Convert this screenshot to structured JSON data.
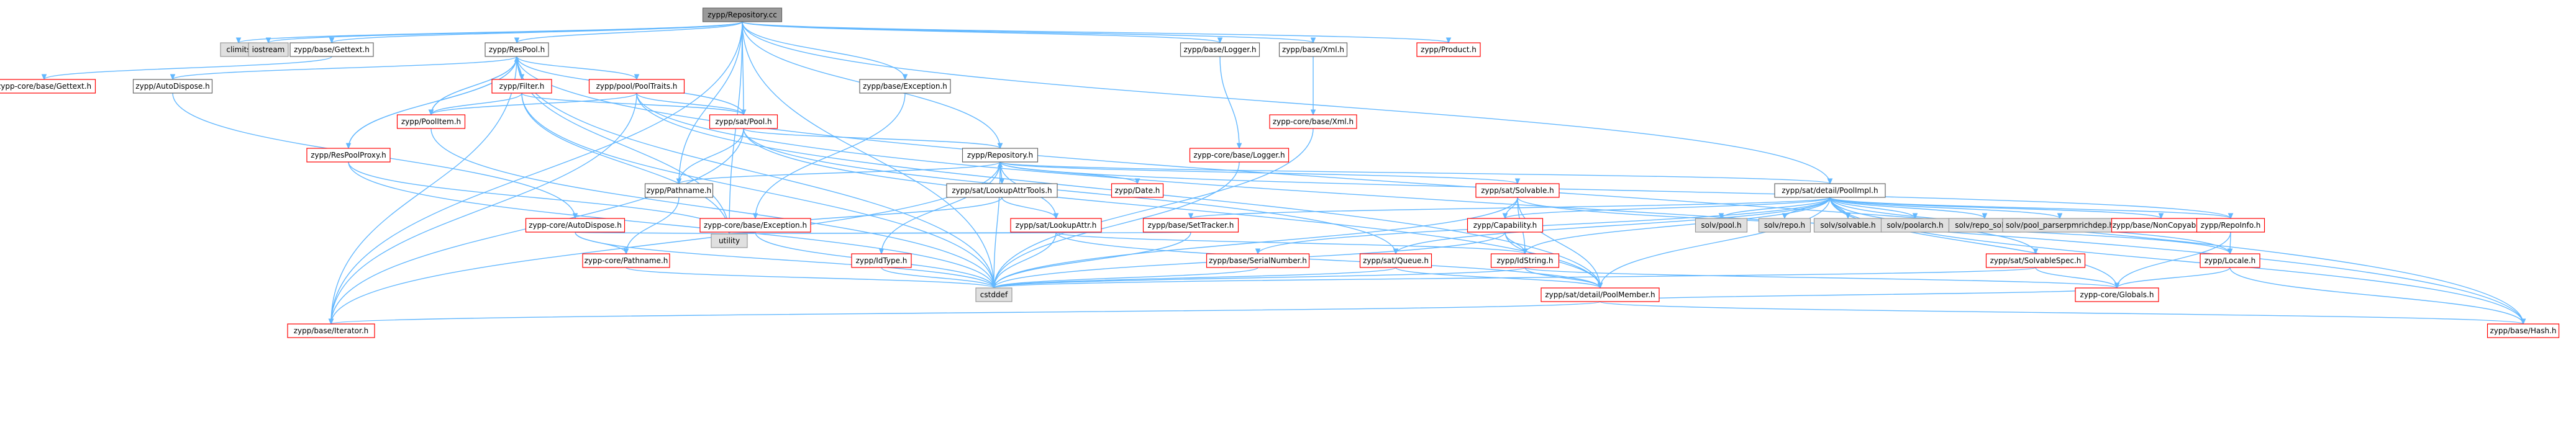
{
  "colors": {
    "edge": "#63b8ff",
    "root_fill": "#999999",
    "root_border": "#666666",
    "normal_fill": "#ffffff",
    "normal_border": "#666666",
    "incomplete_border": "#ff0000",
    "external_fill": "#e0e0e0",
    "external_border": "#999999"
  },
  "nodes": [
    {
      "id": "root",
      "label": "zypp/Repository.cc",
      "kind": "root"
    },
    {
      "id": "climits",
      "label": "climits",
      "kind": "external"
    },
    {
      "id": "iostream",
      "label": "iostream",
      "kind": "external"
    },
    {
      "id": "gettext",
      "label": "zypp/base/Gettext.h",
      "kind": "normal"
    },
    {
      "id": "respool",
      "label": "zypp/ResPool.h",
      "kind": "normal"
    },
    {
      "id": "logger",
      "label": "zypp/base/Logger.h",
      "kind": "normal"
    },
    {
      "id": "xml",
      "label": "zypp/base/Xml.h",
      "kind": "normal"
    },
    {
      "id": "product",
      "label": "zypp/Product.h",
      "kind": "incomplete"
    },
    {
      "id": "coregettext",
      "label": "zypp-core/base/Gettext.h",
      "kind": "incomplete"
    },
    {
      "id": "autodispose",
      "label": "zypp/AutoDispose.h",
      "kind": "normal"
    },
    {
      "id": "filter",
      "label": "zypp/Filter.h",
      "kind": "incomplete"
    },
    {
      "id": "pooltraits",
      "label": "zypp/pool/PoolTraits.h",
      "kind": "incomplete"
    },
    {
      "id": "exception",
      "label": "zypp/base/Exception.h",
      "kind": "normal"
    },
    {
      "id": "corexml",
      "label": "zypp-core/base/Xml.h",
      "kind": "incomplete"
    },
    {
      "id": "poolitem",
      "label": "zypp/PoolItem.h",
      "kind": "incomplete"
    },
    {
      "id": "satpool",
      "label": "zypp/sat/Pool.h",
      "kind": "incomplete"
    },
    {
      "id": "corelogger",
      "label": "zypp-core/base/Logger.h",
      "kind": "incomplete"
    },
    {
      "id": "respoolproxy",
      "label": "zypp/ResPoolProxy.h",
      "kind": "incomplete"
    },
    {
      "id": "repository",
      "label": "zypp/Repository.h",
      "kind": "normal"
    },
    {
      "id": "pathname",
      "label": "zypp/Pathname.h",
      "kind": "normal"
    },
    {
      "id": "lookupattrtools",
      "label": "zypp/sat/LookupAttrTools.h",
      "kind": "normal"
    },
    {
      "id": "date",
      "label": "zypp/Date.h",
      "kind": "incomplete"
    },
    {
      "id": "solvable",
      "label": "zypp/sat/Solvable.h",
      "kind": "incomplete"
    },
    {
      "id": "poolimpl",
      "label": "zypp/sat/detail/PoolImpl.h",
      "kind": "normal"
    },
    {
      "id": "coreautodispose",
      "label": "zypp-core/AutoDispose.h",
      "kind": "incomplete"
    },
    {
      "id": "coreexception",
      "label": "zypp-core/base/Exception.h",
      "kind": "incomplete"
    },
    {
      "id": "lookupattr",
      "label": "zypp/sat/LookupAttr.h",
      "kind": "incomplete"
    },
    {
      "id": "settracker",
      "label": "zypp/base/SetTracker.h",
      "kind": "incomplete"
    },
    {
      "id": "capability",
      "label": "zypp/Capability.h",
      "kind": "incomplete"
    },
    {
      "id": "solvpool",
      "label": "solv/pool.h",
      "kind": "external"
    },
    {
      "id": "solvrepo",
      "label": "solv/repo.h",
      "kind": "external"
    },
    {
      "id": "solvsolvable",
      "label": "solv/solvable.h",
      "kind": "external"
    },
    {
      "id": "solvpoolarch",
      "label": "solv/poolarch.h",
      "kind": "external"
    },
    {
      "id": "solvreposolv",
      "label": "solv/repo_solv.h",
      "kind": "external"
    },
    {
      "id": "solvparsedep",
      "label": "solv/pool_parserpmrichdep.h",
      "kind": "external"
    },
    {
      "id": "noncopyable",
      "label": "zypp/base/NonCopyable.h",
      "kind": "incomplete"
    },
    {
      "id": "repoinfo",
      "label": "zypp/RepoInfo.h",
      "kind": "incomplete"
    },
    {
      "id": "utility",
      "label": "utility",
      "kind": "external"
    },
    {
      "id": "corepathname",
      "label": "zypp-core/Pathname.h",
      "kind": "incomplete"
    },
    {
      "id": "idstring",
      "label": "zypp/IdString.h",
      "kind": "incomplete"
    },
    {
      "id": "serialnumber",
      "label": "zypp/base/SerialNumber.h",
      "kind": "incomplete"
    },
    {
      "id": "satqueue",
      "label": "zypp/sat/Queue.h",
      "kind": "incomplete"
    },
    {
      "id": "solvablespec",
      "label": "zypp/sat/SolvableSpec.h",
      "kind": "incomplete"
    },
    {
      "id": "locale",
      "label": "zypp/Locale.h",
      "kind": "incomplete"
    },
    {
      "id": "cstddef",
      "label": "cstddef",
      "kind": "external"
    },
    {
      "id": "poolmember",
      "label": "zypp/sat/detail/PoolMember.h",
      "kind": "incomplete"
    },
    {
      "id": "globals",
      "label": "zypp-core/Globals.h",
      "kind": "incomplete"
    },
    {
      "id": "iterator",
      "label": "zypp/base/Iterator.h",
      "kind": "incomplete"
    },
    {
      "id": "hash",
      "label": "zypp/base/Hash.h",
      "kind": "incomplete"
    },
    {
      "id": "idtype",
      "label": "zypp/IdType.h",
      "kind": "incomplete"
    }
  ],
  "edges": [
    [
      "root",
      "climits"
    ],
    [
      "root",
      "iostream"
    ],
    [
      "root",
      "gettext"
    ],
    [
      "root",
      "respool"
    ],
    [
      "root",
      "logger"
    ],
    [
      "root",
      "xml"
    ],
    [
      "root",
      "product"
    ],
    [
      "root",
      "repository"
    ],
    [
      "root",
      "satpool"
    ],
    [
      "root",
      "exception"
    ],
    [
      "root",
      "pathname"
    ],
    [
      "root",
      "utility"
    ],
    [
      "root",
      "cstddef"
    ],
    [
      "root",
      "poolimpl"
    ],
    [
      "root",
      "iterator"
    ],
    [
      "gettext",
      "coregettext"
    ],
    [
      "respool",
      "autodispose"
    ],
    [
      "respool",
      "filter"
    ],
    [
      "respool",
      "pooltraits"
    ],
    [
      "respool",
      "poolitem"
    ],
    [
      "respool",
      "satpool"
    ],
    [
      "respool",
      "respoolproxy"
    ],
    [
      "respool",
      "iterator"
    ],
    [
      "respool",
      "utility"
    ],
    [
      "respool",
      "cstddef"
    ],
    [
      "respool",
      "hash"
    ],
    [
      "logger",
      "corelogger"
    ],
    [
      "xml",
      "corexml"
    ],
    [
      "autodispose",
      "coreautodispose"
    ],
    [
      "filter",
      "poolitem"
    ],
    [
      "filter",
      "satpool"
    ],
    [
      "filter",
      "utility"
    ],
    [
      "filter",
      "cstddef"
    ],
    [
      "pooltraits",
      "poolitem"
    ],
    [
      "pooltraits",
      "satpool"
    ],
    [
      "pooltraits",
      "iterator"
    ],
    [
      "pooltraits",
      "poolmember"
    ],
    [
      "pooltraits",
      "hash"
    ],
    [
      "exception",
      "coreexception"
    ],
    [
      "corexml",
      "cstddef"
    ],
    [
      "poolitem",
      "cstddef"
    ],
    [
      "poolitem",
      "respool"
    ],
    [
      "satpool",
      "repository"
    ],
    [
      "satpool",
      "pathname"
    ],
    [
      "satpool",
      "iterator"
    ],
    [
      "satpool",
      "satqueue"
    ],
    [
      "satpool",
      "poolmember"
    ],
    [
      "corelogger",
      "cstddef"
    ],
    [
      "respoolproxy",
      "respool"
    ],
    [
      "respoolproxy",
      "utility"
    ],
    [
      "respoolproxy",
      "cstddef"
    ],
    [
      "repository",
      "pathname"
    ],
    [
      "repository",
      "lookupattrtools"
    ],
    [
      "repository",
      "date"
    ],
    [
      "repository",
      "solvable"
    ],
    [
      "repository",
      "repoinfo"
    ],
    [
      "repository",
      "idtype"
    ],
    [
      "repository",
      "lookupattr"
    ],
    [
      "repository",
      "cstddef"
    ],
    [
      "repository",
      "iterator"
    ],
    [
      "repository",
      "poolimpl"
    ],
    [
      "pathname",
      "corepathname"
    ],
    [
      "lookupattrtools",
      "lookupattr"
    ],
    [
      "lookupattrtools",
      "utility"
    ],
    [
      "lookupattrtools",
      "repository"
    ],
    [
      "solvable",
      "capability"
    ],
    [
      "solvable",
      "idstring"
    ],
    [
      "solvable",
      "poolmember"
    ],
    [
      "solvable",
      "locale"
    ],
    [
      "solvable",
      "cstddef"
    ],
    [
      "poolimpl",
      "solvpool"
    ],
    [
      "poolimpl",
      "solvrepo"
    ],
    [
      "poolimpl",
      "solvsolvable"
    ],
    [
      "poolimpl",
      "solvpoolarch"
    ],
    [
      "poolimpl",
      "solvreposolv"
    ],
    [
      "poolimpl",
      "solvparsedep"
    ],
    [
      "poolimpl",
      "noncopyable"
    ],
    [
      "poolimpl",
      "repoinfo"
    ],
    [
      "poolimpl",
      "locale"
    ],
    [
      "poolimpl",
      "capability"
    ],
    [
      "poolimpl",
      "idstring"
    ],
    [
      "poolimpl",
      "settracker"
    ],
    [
      "poolimpl",
      "serialnumber"
    ],
    [
      "poolimpl",
      "satqueue"
    ],
    [
      "poolimpl",
      "solvablespec"
    ],
    [
      "poolimpl",
      "poolmember"
    ],
    [
      "poolimpl",
      "globals"
    ],
    [
      "poolimpl",
      "hash"
    ],
    [
      "coreautodispose",
      "corepathname"
    ],
    [
      "coreautodispose",
      "utility"
    ],
    [
      "coreautodispose",
      "cstddef"
    ],
    [
      "coreexception",
      "cstddef"
    ],
    [
      "coreexception",
      "utility"
    ],
    [
      "lookupattr",
      "utility"
    ],
    [
      "lookupattr",
      "cstddef"
    ],
    [
      "lookupattr",
      "poolmember"
    ],
    [
      "lookupattr",
      "idstring"
    ],
    [
      "settracker",
      "utility"
    ],
    [
      "settracker",
      "cstddef"
    ],
    [
      "capability",
      "idstring"
    ],
    [
      "capability",
      "poolmember"
    ],
    [
      "capability",
      "cstddef"
    ],
    [
      "repoinfo",
      "locale"
    ],
    [
      "repoinfo",
      "globals"
    ],
    [
      "corepathname",
      "cstddef"
    ],
    [
      "idstring",
      "poolmember"
    ],
    [
      "idstring",
      "cstddef"
    ],
    [
      "idstring",
      "globals"
    ],
    [
      "serialnumber",
      "cstddef"
    ],
    [
      "satqueue",
      "poolmember"
    ],
    [
      "satqueue",
      "cstddef"
    ],
    [
      "solvablespec",
      "cstddef"
    ],
    [
      "solvablespec",
      "globals"
    ],
    [
      "locale",
      "hash"
    ],
    [
      "locale",
      "globals"
    ],
    [
      "idtype",
      "cstddef"
    ],
    [
      "poolmember",
      "iterator"
    ],
    [
      "poolmember",
      "hash"
    ],
    [
      "poolmember",
      "globals"
    ]
  ]
}
